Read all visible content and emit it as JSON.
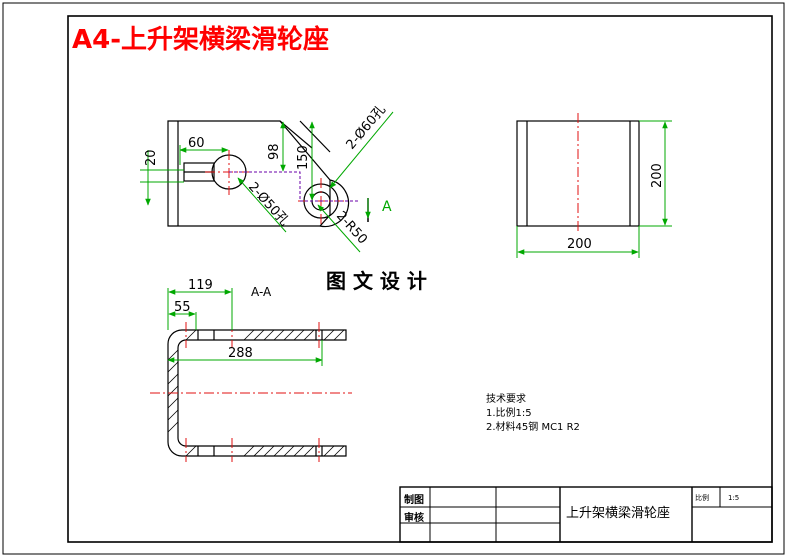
{
  "title": "A4-上升架横梁滑轮座",
  "watermark": "图 文 设 计",
  "section_label": "A-A",
  "view_label": "A",
  "dims": {
    "d60": "60",
    "d20": "20",
    "d98": "98",
    "d150": "150",
    "d2phi60": "2-Ø60孔",
    "d2phi50": "2-Ø50孔",
    "dr50": "2-R50",
    "d200v": "200",
    "d200h": "200",
    "d119": "119",
    "d55": "55",
    "d288": "288"
  },
  "notes": [
    "技术要求",
    "1.比例1:5",
    "2.材料45钢 MC1 R2"
  ],
  "title_block": {
    "drawn_label": "制图",
    "checked_label": "审核",
    "part_name": "上升架横梁滑轮座",
    "scale_label": "比例",
    "scale_value": "1:5"
  },
  "colors": {
    "title": "#ff0000",
    "dimension": "#00a800",
    "centerline": "#e01010",
    "hidden": "#6a00a8",
    "outline": "#000000"
  }
}
